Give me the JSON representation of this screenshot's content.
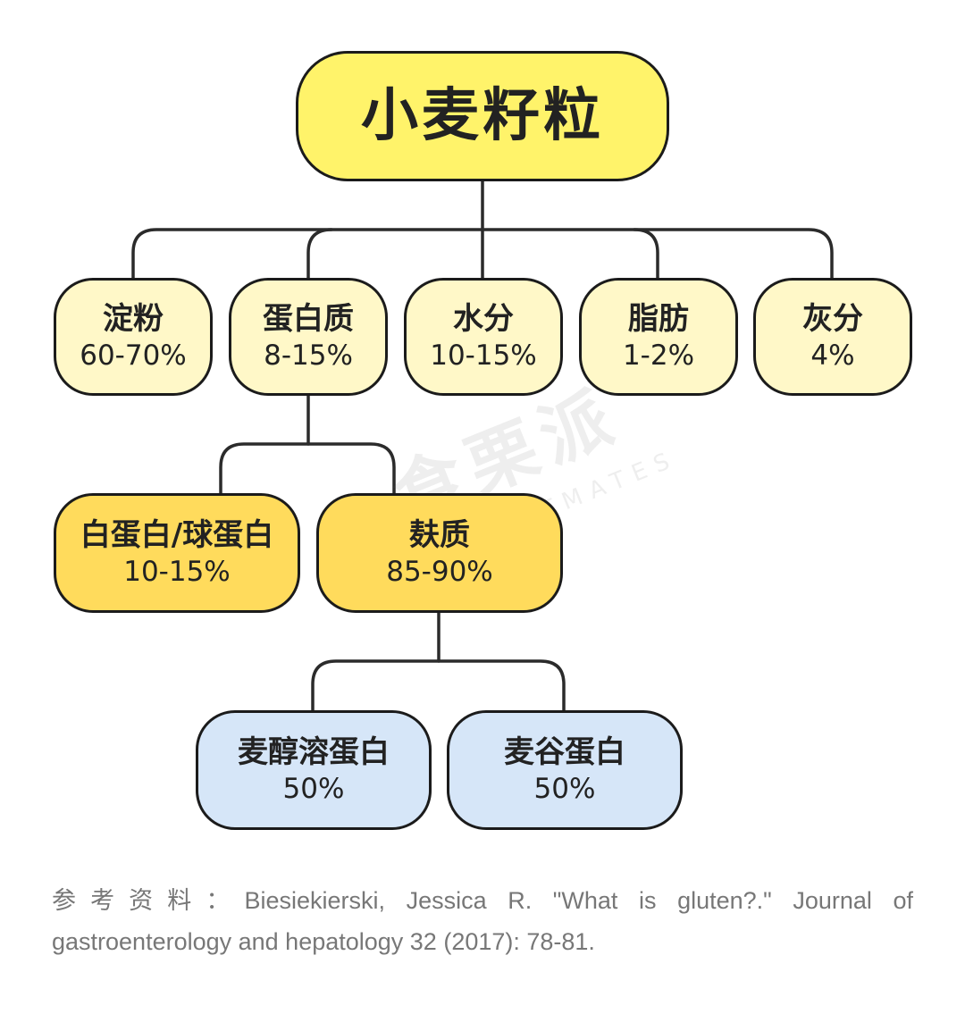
{
  "diagram": {
    "root": {
      "name": "小麦籽粒"
    },
    "components": [
      {
        "name": "淀粉",
        "pct": "60-70%"
      },
      {
        "name": "蛋白质",
        "pct": "8-15%"
      },
      {
        "name": "水分",
        "pct": "10-15%"
      },
      {
        "name": "脂肪",
        "pct": "1-2%"
      },
      {
        "name": "灰分",
        "pct": "4%"
      }
    ],
    "protein_parts": [
      {
        "name": "白蛋白/球蛋白",
        "pct": "10-15%"
      },
      {
        "name": "麸质",
        "pct": "85-90%"
      }
    ],
    "gluten_parts": [
      {
        "name": "麦醇溶蛋白",
        "pct": "50%"
      },
      {
        "name": "麦谷蛋白",
        "pct": "50%"
      }
    ]
  },
  "watermark": {
    "cn": "食栗派",
    "en": "CHESTNUTMATES"
  },
  "reference": "参考资料：Biesiekierski, Jessica R. \"What is gluten?.\" Journal of gastroenterology and hepatology 32 (2017): 78-81.",
  "colors": {
    "root": "#fff36a",
    "level1": "#fff8c8",
    "level2": "#ffdb5c",
    "level3": "#d6e6f8",
    "border": "#1b1b1b"
  }
}
